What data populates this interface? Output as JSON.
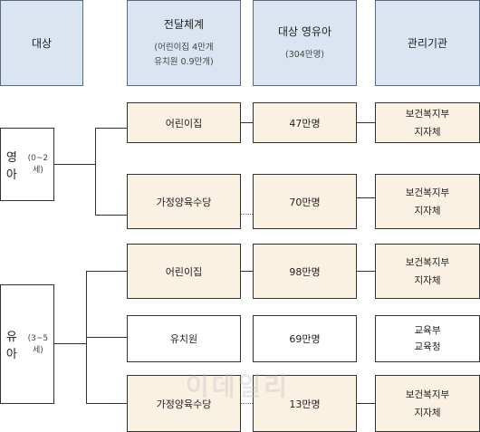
{
  "header": {
    "target": "대상",
    "channel": {
      "title": "전달체계",
      "line1": "(어린이집 4만개",
      "line2": "유치원 0.9만개)"
    },
    "infants": {
      "title": "대상 영유아",
      "line1": "(304만명)"
    },
    "agency": "관리기관"
  },
  "groups": [
    {
      "label": "영아",
      "age": "(0~2세)",
      "rows": [
        {
          "channel": "어린이집",
          "count": "47만명",
          "agency_lines": [
            "보건복지부",
            "지자체"
          ]
        },
        {
          "channel": "가정양육수당",
          "count": "70만명",
          "agency_lines": [
            "보건복지부",
            "지자체"
          ]
        }
      ]
    },
    {
      "label": "유아",
      "age": "(3~5세)",
      "rows": [
        {
          "channel": "어린이집",
          "count": "98만명",
          "agency_lines": [
            "보건복지부",
            "지자체"
          ]
        },
        {
          "channel": "유치원",
          "count": "69만명",
          "agency_lines": [
            "교육부",
            "교육청"
          ]
        },
        {
          "channel": "가정양육수당",
          "count": "13만명",
          "agency_lines": [
            "보건복지부",
            "지자체"
          ]
        }
      ]
    }
  ],
  "watermark": "이데일리",
  "colors": {
    "header_fill": "#dbe5f1",
    "cell_fill": "#fbf1e3",
    "line": "#333333"
  }
}
